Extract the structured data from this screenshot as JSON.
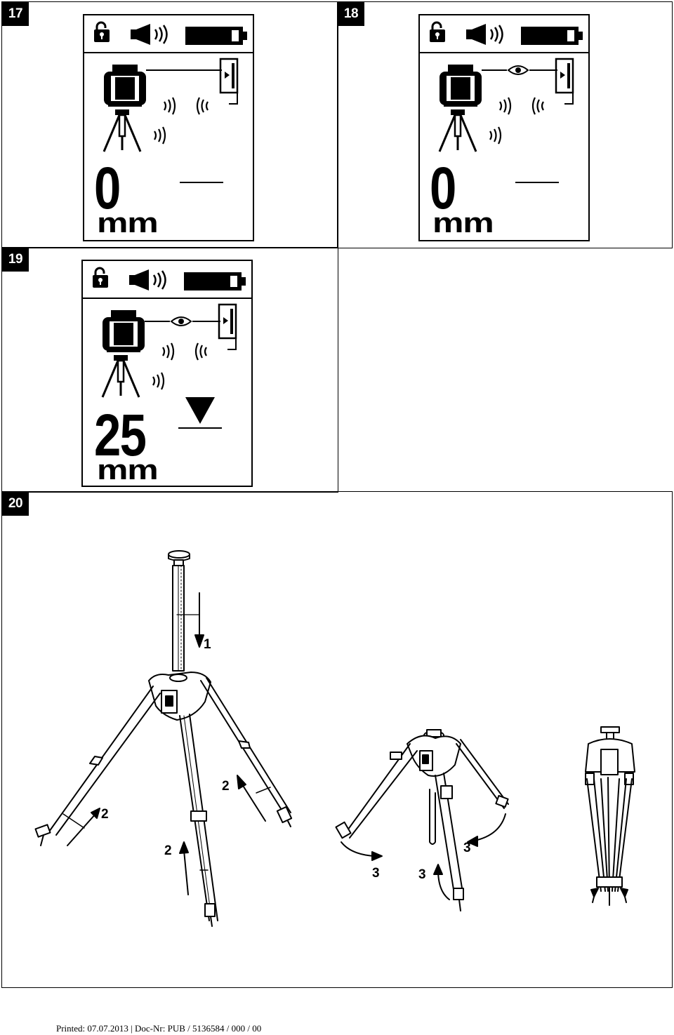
{
  "panels": [
    {
      "number": "17",
      "reading": "0",
      "unit": "mm"
    },
    {
      "number": "18",
      "reading": "0",
      "unit": "mm"
    },
    {
      "number": "19",
      "reading": "25",
      "unit": "mm"
    }
  ],
  "figure20": {
    "number": "20",
    "callouts": [
      "1",
      "2",
      "2",
      "2",
      "3",
      "3",
      "3"
    ]
  },
  "footer": {
    "text": "Printed: 07.07.2013 | Doc-Nr: PUB / 5136584 / 000 / 00"
  },
  "icons": [
    "lock-open-icon",
    "speaker-icon",
    "battery-icon",
    "rotating-laser-icon",
    "laser-receiver-icon",
    "eye-icon",
    "tripod-icon",
    "down-triangle-icon"
  ]
}
